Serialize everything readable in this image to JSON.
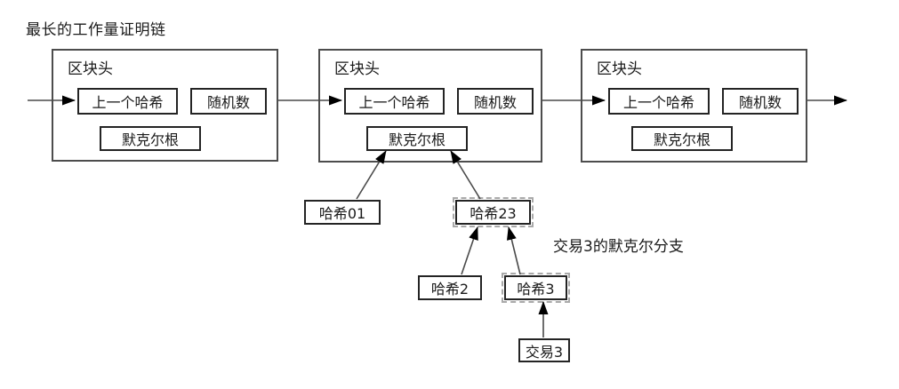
{
  "title": "最长的工作量证明链",
  "blocks": [
    {
      "header_label": "区块头",
      "prev_hash_label": "上一个哈希",
      "nonce_label": "随机数",
      "merkle_root_label": "默克尔根"
    },
    {
      "header_label": "区块头",
      "prev_hash_label": "上一个哈希",
      "nonce_label": "随机数",
      "merkle_root_label": "默克尔根"
    },
    {
      "header_label": "区块头",
      "prev_hash_label": "上一个哈希",
      "nonce_label": "随机数",
      "merkle_root_label": "默克尔根"
    }
  ],
  "merkle_tree": {
    "hash01_label": "哈希01",
    "hash23_label": "哈希23",
    "hash2_label": "哈希2",
    "hash3_label": "哈希3",
    "tx3_label": "交易3",
    "branch_label": "交易3的默克尔分支"
  },
  "colors": {
    "background": "#ffffff",
    "block_border": "#4d4d4d",
    "box_border": "#242424",
    "line": "#4a4a4a",
    "arrowhead": "#000000",
    "dashed_highlight": "#a9a9a9",
    "text": "#1a1a1a"
  }
}
